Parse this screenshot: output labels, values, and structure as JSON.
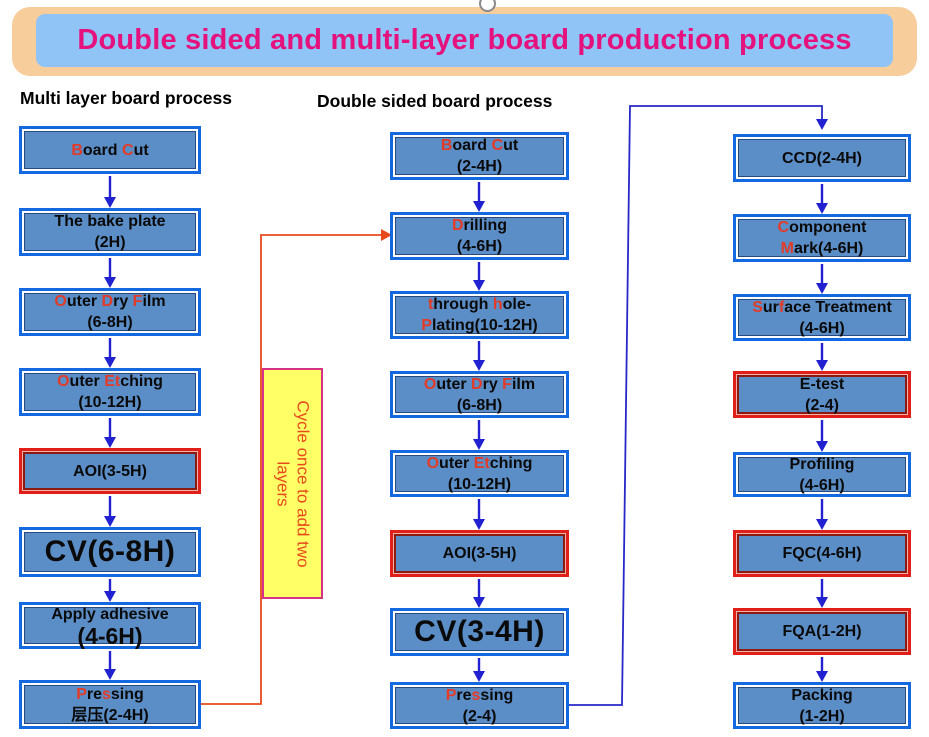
{
  "title": {
    "text": "Double sided and multi-layer board production process"
  },
  "headers": {
    "left": "Multi layer board process",
    "middle": "Double sided board process"
  },
  "note": {
    "line1": "Cycle once to add two",
    "line2": "layers"
  },
  "colors": {
    "banner_outer": "#f8cd9c",
    "banner_inner": "#90c3f6",
    "title_text": "#e5127d",
    "box_fill": "#5b8dc6",
    "box_border_blue": "#1569e0",
    "box_border_red": "#e02018",
    "arrow_blue": "#2121d2",
    "connector_orange": "#e8491c",
    "note_fill": "#ffff66",
    "note_border": "#d63384",
    "red_letter": "#e23b28"
  },
  "columns": [
    {
      "header": "Multi layer board process",
      "boxes": [
        {
          "name": "board-cut",
          "style": "blue",
          "lines": [
            {
              "seg": [
                {
                  "t": "B",
                  "r": true
                },
                {
                  "t": "oard "
                },
                {
                  "t": "C",
                  "r": true
                },
                {
                  "t": "ut"
                }
              ]
            }
          ]
        },
        {
          "name": "bake-plate",
          "style": "blue",
          "lines": [
            {
              "seg": [
                {
                  "t": "The bake plate"
                }
              ]
            },
            {
              "seg": [
                {
                  "t": "(2H)"
                }
              ]
            }
          ]
        },
        {
          "name": "outer-dry-film",
          "style": "blue",
          "lines": [
            {
              "seg": [
                {
                  "t": "O",
                  "r": true
                },
                {
                  "t": "uter "
                },
                {
                  "t": "D",
                  "r": true
                },
                {
                  "t": "ry "
                },
                {
                  "t": "F",
                  "r": true
                },
                {
                  "t": "ilm"
                }
              ]
            },
            {
              "seg": [
                {
                  "t": "(6-8H)"
                }
              ]
            }
          ]
        },
        {
          "name": "outer-etching",
          "style": "blue",
          "lines": [
            {
              "seg": [
                {
                  "t": "O",
                  "r": true
                },
                {
                  "t": "uter "
                },
                {
                  "t": "Et",
                  "r": true
                },
                {
                  "t": "ching"
                }
              ]
            },
            {
              "seg": [
                {
                  "t": "(10-12H)"
                }
              ]
            }
          ]
        },
        {
          "name": "aoi",
          "style": "red",
          "lines": [
            {
              "seg": [
                {
                  "t": "AOI(3-5H)"
                }
              ]
            }
          ]
        },
        {
          "name": "cv",
          "style": "blue",
          "huge": true,
          "lines": [
            {
              "seg": [
                {
                  "t": "CV(6-8H)"
                }
              ]
            }
          ]
        },
        {
          "name": "apply-adhesive",
          "style": "blue",
          "lines": [
            {
              "seg": [
                {
                  "t": "Apply adhesive"
                }
              ]
            },
            {
              "seg": [
                {
                  "t": "(4-6H)"
                }
              ],
              "big": true
            }
          ]
        },
        {
          "name": "pressing",
          "style": "blue",
          "lines": [
            {
              "seg": [
                {
                  "t": "P",
                  "r": true
                },
                {
                  "t": "re"
                },
                {
                  "t": "s",
                  "r": true
                },
                {
                  "t": "sing"
                }
              ]
            },
            {
              "seg": [
                {
                  "t": "层压(2-4H)"
                }
              ]
            }
          ]
        }
      ]
    },
    {
      "header": "Double sided board process",
      "boxes": [
        {
          "name": "board-cut",
          "style": "blue",
          "lines": [
            {
              "seg": [
                {
                  "t": "B",
                  "r": true
                },
                {
                  "t": "oard "
                },
                {
                  "t": "C",
                  "r": true
                },
                {
                  "t": "ut"
                }
              ]
            },
            {
              "seg": [
                {
                  "t": "(2-4H)"
                }
              ]
            }
          ]
        },
        {
          "name": "drilling",
          "style": "blue",
          "lines": [
            {
              "seg": [
                {
                  "t": "D",
                  "r": true
                },
                {
                  "t": "rilling"
                }
              ]
            },
            {
              "seg": [
                {
                  "t": "(4-6H)"
                }
              ]
            }
          ]
        },
        {
          "name": "through-hole-plating",
          "style": "blue",
          "lines": [
            {
              "seg": [
                {
                  "t": "t",
                  "r": true
                },
                {
                  "t": "hrough "
                },
                {
                  "t": "h",
                  "r": true
                },
                {
                  "t": "ole-"
                }
              ]
            },
            {
              "seg": [
                {
                  "t": "P",
                  "r": true
                },
                {
                  "t": "lating(10-12H)"
                }
              ]
            }
          ]
        },
        {
          "name": "outer-dry-film",
          "style": "blue",
          "lines": [
            {
              "seg": [
                {
                  "t": "O",
                  "r": true
                },
                {
                  "t": "uter "
                },
                {
                  "t": "D",
                  "r": true
                },
                {
                  "t": "ry "
                },
                {
                  "t": "F",
                  "r": true
                },
                {
                  "t": "ilm"
                }
              ]
            },
            {
              "seg": [
                {
                  "t": "(6-8H)"
                }
              ]
            }
          ]
        },
        {
          "name": "outer-etching",
          "style": "blue",
          "lines": [
            {
              "seg": [
                {
                  "t": "O",
                  "r": true
                },
                {
                  "t": "uter "
                },
                {
                  "t": "Et",
                  "r": true
                },
                {
                  "t": "ching"
                }
              ]
            },
            {
              "seg": [
                {
                  "t": "(10-12H)"
                }
              ]
            }
          ]
        },
        {
          "name": "aoi",
          "style": "red",
          "lines": [
            {
              "seg": [
                {
                  "t": "AOI(3-5H)"
                }
              ]
            }
          ]
        },
        {
          "name": "cv",
          "style": "blue",
          "huge": true,
          "lines": [
            {
              "seg": [
                {
                  "t": "CV(3-4H)"
                }
              ]
            }
          ]
        },
        {
          "name": "pressing",
          "style": "blue",
          "lines": [
            {
              "seg": [
                {
                  "t": "P",
                  "r": true
                },
                {
                  "t": "re"
                },
                {
                  "t": "s",
                  "r": true
                },
                {
                  "t": "sing"
                }
              ]
            },
            {
              "seg": [
                {
                  "t": "(2-4)"
                }
              ]
            }
          ]
        }
      ]
    },
    {
      "header": "",
      "boxes": [
        {
          "name": "ccd",
          "style": "blue",
          "lines": [
            {
              "seg": [
                {
                  "t": "CCD(2-4H)"
                }
              ]
            }
          ]
        },
        {
          "name": "component-mark",
          "style": "blue",
          "lines": [
            {
              "seg": [
                {
                  "t": "C",
                  "r": true
                },
                {
                  "t": "omponent"
                }
              ]
            },
            {
              "seg": [
                {
                  "t": "M",
                  "r": true
                },
                {
                  "t": "ark(4-6H)"
                }
              ]
            }
          ]
        },
        {
          "name": "surface-treatment",
          "style": "blue",
          "lines": [
            {
              "seg": [
                {
                  "t": "S",
                  "r": true
                },
                {
                  "t": "ur"
                },
                {
                  "t": "f",
                  "r": true
                },
                {
                  "t": "ace Treatment"
                }
              ]
            },
            {
              "seg": [
                {
                  "t": "(4-6H)"
                }
              ]
            }
          ]
        },
        {
          "name": "e-test",
          "style": "red",
          "lines": [
            {
              "seg": [
                {
                  "t": "E-test"
                }
              ]
            },
            {
              "seg": [
                {
                  "t": "(2-4)"
                }
              ]
            }
          ]
        },
        {
          "name": "profiling",
          "style": "blue",
          "lines": [
            {
              "seg": [
                {
                  "t": "Profiling"
                }
              ]
            },
            {
              "seg": [
                {
                  "t": "(4-6H)"
                }
              ]
            }
          ]
        },
        {
          "name": "fqc",
          "style": "red",
          "lines": [
            {
              "seg": [
                {
                  "t": "FQC(4-6H)"
                }
              ]
            }
          ]
        },
        {
          "name": "fqa",
          "style": "red",
          "lines": [
            {
              "seg": [
                {
                  "t": "FQA(1-2H)"
                }
              ]
            }
          ]
        },
        {
          "name": "packing",
          "style": "blue",
          "lines": [
            {
              "seg": [
                {
                  "t": "Packing"
                }
              ]
            },
            {
              "seg": [
                {
                  "t": "(1-2H)"
                }
              ]
            }
          ]
        }
      ]
    }
  ]
}
